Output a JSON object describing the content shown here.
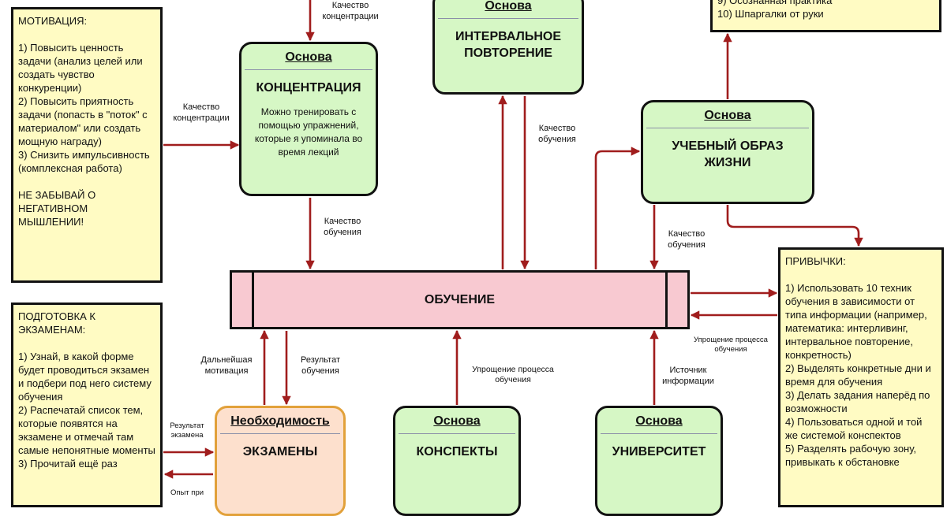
{
  "notes": {
    "motivation": "МОТИВАЦИЯ:\n\n1) Повысить ценность задачи (анализ целей или создать чувство конкуренции)\n2) Повысить приятность задачи (попасть в \"поток\" с материалом\" или создать мощную награду)\n3) Снизить импульсивность (комплексная работа)\n\nНЕ ЗАБЫВАЙ О НЕГАТИВНОМ МЫШЛЕНИИ!",
    "exams": "ПОДГОТОВКА К ЭКЗАМЕНАМ:\n\n1) Узнай, в какой форме будет проводиться экзамен и подбери под него систему обучения\n2) Распечатай список тем, которые появятся на экзамене и отмечай там самые непонятные моменты\n3) Прочитай ещё раз",
    "top_right": "9) Осознанная практика\n10) Шпаргалки от руки",
    "habits": "ПРИВЫЧКИ:\n\n1) Использовать 10 техник обучения в зависимости от типа информации (например, математика: интерливинг, интервальное повторение, конкретность)\n2) Выделять конкретные дни и  время для обучения\n3) Делать задания наперёд по возможности\n4) Пользоваться одной и той же системой конспектов\n5) Разделять рабочую зону, привыкать к обстановке"
  },
  "nodes": {
    "concentration": {
      "tag": "Основа",
      "title": "КОНЦЕНТРАЦИЯ",
      "desc": "Можно тренировать с помощью упражнений, которые я упоминала во время лекций"
    },
    "interval": {
      "tag": "Основа",
      "title": "ИНТЕРВАЛЬНОЕ\nПОВТОРЕНИЕ"
    },
    "lifestyle": {
      "tag": "Основа",
      "title": "УЧЕБНЫЙ ОБРАЗ\nЖИЗНИ"
    },
    "exams": {
      "tag": "Необходимость",
      "title": "ЭКЗАМЕНЫ"
    },
    "notes": {
      "tag": "Основа",
      "title": "КОНСПЕКТЫ"
    },
    "university": {
      "tag": "Основа",
      "title": "УНИВЕРСИТЕТ"
    }
  },
  "central": {
    "title": "ОБУЧЕНИЕ"
  },
  "labels": {
    "top_concentration": "Качество\nконцентрации",
    "left_concentration": "Качество\nконцентрации",
    "conc_learning": "Качество\nобучения",
    "interval_learning": "Качество\nобучения",
    "lifestyle_learning": "Качество\nобучения",
    "further_motivation": "Дальнейшая\nмотивация",
    "learning_result": "Результат\nобучения",
    "simplify_notes": "Упрощение процесса\nобучения",
    "info_source": "Источник\nинформации",
    "simplify_habits": "Упрощение процесса\nобучения",
    "exam_result": "Результат\nэкзамена",
    "experience": "Опыт при"
  },
  "colors": {
    "arrow": "#a01d1d",
    "note": "#fffbc3",
    "node": "#d6f7c5",
    "exam_node": "#fde0cd",
    "exam_border": "#e2a13a",
    "central": "#f8c9d1"
  }
}
